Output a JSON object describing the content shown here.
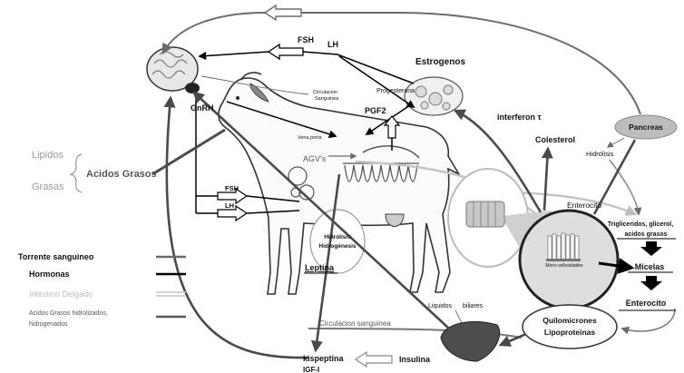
{
  "diagram": {
    "hormones": {
      "fsh_top": "FSH",
      "lh_top": "LH",
      "estrogenos": "Estrogenos",
      "gnrh": "GnRH",
      "progesterona": "Progesterona",
      "pgf2": "PGF2",
      "interferon": "interferon τ",
      "fsh_low": "FSH",
      "lh_low": "LH",
      "leptina": "Leptina",
      "kispeptina": "kispeptina",
      "insulina": "Insulina",
      "igf": "IGF-I"
    },
    "circulation": {
      "small_label": [
        "Circulacion",
        "Sanguinea"
      ],
      "vena_porta": "Vena porta",
      "circulacion_sanguinea": "Circulacion sanguinea"
    },
    "lipids": {
      "lipidos": "Lipidos",
      "grasas": "Grasas",
      "acidos_grasos": "Acidos Grasos",
      "agvs": "AGV's",
      "hidrolisis_hidrogenesis": [
        "Hidrólisis",
        "Hidrogénesis"
      ]
    },
    "digestion": {
      "pancreas": "Pancreas",
      "hidrolisis": "Hidrólisis",
      "colesterol": "Colesterol",
      "enterocito_top": "Enterocito",
      "trigliceridos": [
        "Trigliceridos, glicerol,",
        "acidos grasos"
      ],
      "micelas": "Micelas",
      "enterocito_bottom": "Enterocito",
      "micro_vellosidades": "Micro vellosidades",
      "liquidos_biliares": [
        "Liquidos",
        "biliares"
      ],
      "quilomicrones": [
        "Quilomicrones",
        "Lipoproteinas"
      ]
    }
  },
  "legend": [
    {
      "lines": [
        "Torrente sanguineo"
      ],
      "color": "#6b6b6b"
    },
    {
      "lines": [
        "Hormonas"
      ],
      "color": "#000000"
    },
    {
      "lines": [
        "Intestino Delgado"
      ],
      "color": "#c4c4c4"
    },
    {
      "lines": [
        "Acidos Grasos hidrolizados,",
        "hidrogenados"
      ],
      "color": "#595959"
    }
  ]
}
